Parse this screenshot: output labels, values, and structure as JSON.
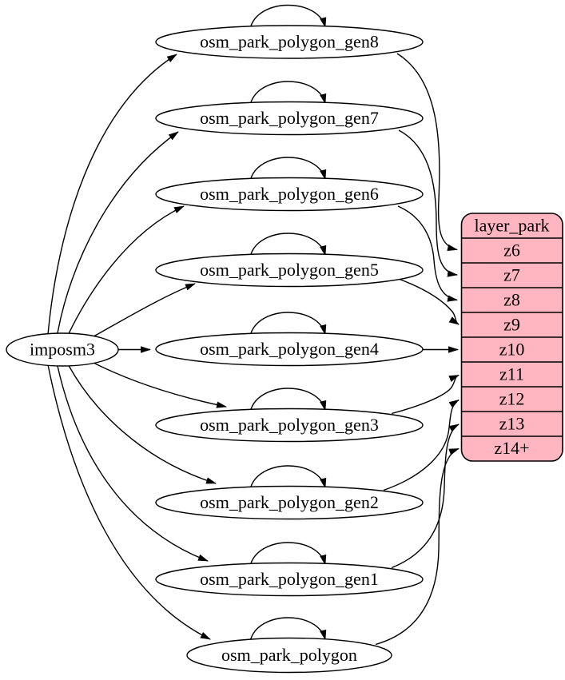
{
  "diagram": {
    "kind": "graphviz-etl-flow",
    "source_node": {
      "label": "imposm3"
    },
    "generalization_nodes": [
      {
        "label": "osm_park_polygon_gen8"
      },
      {
        "label": "osm_park_polygon_gen7"
      },
      {
        "label": "osm_park_polygon_gen6"
      },
      {
        "label": "osm_park_polygon_gen5"
      },
      {
        "label": "osm_park_polygon_gen4"
      },
      {
        "label": "osm_park_polygon_gen3"
      },
      {
        "label": "osm_park_polygon_gen2"
      },
      {
        "label": "osm_park_polygon_gen1"
      },
      {
        "label": "osm_park_polygon"
      }
    ],
    "layer_table": {
      "title": "layer_park",
      "zoom_rows": [
        "z6",
        "z7",
        "z8",
        "z9",
        "z10",
        "z11",
        "z12",
        "z13",
        "z14+"
      ]
    },
    "edges": [
      {
        "from": "imposm3",
        "to": "osm_park_polygon_gen8"
      },
      {
        "from": "imposm3",
        "to": "osm_park_polygon_gen7"
      },
      {
        "from": "imposm3",
        "to": "osm_park_polygon_gen6"
      },
      {
        "from": "imposm3",
        "to": "osm_park_polygon_gen5"
      },
      {
        "from": "imposm3",
        "to": "osm_park_polygon_gen4"
      },
      {
        "from": "imposm3",
        "to": "osm_park_polygon_gen3"
      },
      {
        "from": "imposm3",
        "to": "osm_park_polygon_gen2"
      },
      {
        "from": "imposm3",
        "to": "osm_park_polygon_gen1"
      },
      {
        "from": "imposm3",
        "to": "osm_park_polygon"
      },
      {
        "from": "osm_park_polygon_gen8",
        "to": "osm_park_polygon_gen8",
        "type": "self-loop"
      },
      {
        "from": "osm_park_polygon_gen7",
        "to": "osm_park_polygon_gen7",
        "type": "self-loop"
      },
      {
        "from": "osm_park_polygon_gen6",
        "to": "osm_park_polygon_gen6",
        "type": "self-loop"
      },
      {
        "from": "osm_park_polygon_gen5",
        "to": "osm_park_polygon_gen5",
        "type": "self-loop"
      },
      {
        "from": "osm_park_polygon_gen4",
        "to": "osm_park_polygon_gen4",
        "type": "self-loop"
      },
      {
        "from": "osm_park_polygon_gen3",
        "to": "osm_park_polygon_gen3",
        "type": "self-loop"
      },
      {
        "from": "osm_park_polygon_gen2",
        "to": "osm_park_polygon_gen2",
        "type": "self-loop"
      },
      {
        "from": "osm_park_polygon_gen1",
        "to": "osm_park_polygon_gen1",
        "type": "self-loop"
      },
      {
        "from": "osm_park_polygon",
        "to": "osm_park_polygon",
        "type": "self-loop"
      },
      {
        "from": "osm_park_polygon_gen8",
        "to": "layer_park:z6"
      },
      {
        "from": "osm_park_polygon_gen7",
        "to": "layer_park:z7"
      },
      {
        "from": "osm_park_polygon_gen6",
        "to": "layer_park:z8"
      },
      {
        "from": "osm_park_polygon_gen5",
        "to": "layer_park:z9"
      },
      {
        "from": "osm_park_polygon_gen4",
        "to": "layer_park:z10"
      },
      {
        "from": "osm_park_polygon_gen3",
        "to": "layer_park:z11"
      },
      {
        "from": "osm_park_polygon_gen2",
        "to": "layer_park:z12"
      },
      {
        "from": "osm_park_polygon_gen1",
        "to": "layer_park:z13"
      },
      {
        "from": "osm_park_polygon",
        "to": "layer_park:z14+"
      }
    ],
    "colors": {
      "table_fill": "#ffb6c1",
      "node_fill": "#ffffff",
      "edge_stroke": "#000000"
    }
  }
}
